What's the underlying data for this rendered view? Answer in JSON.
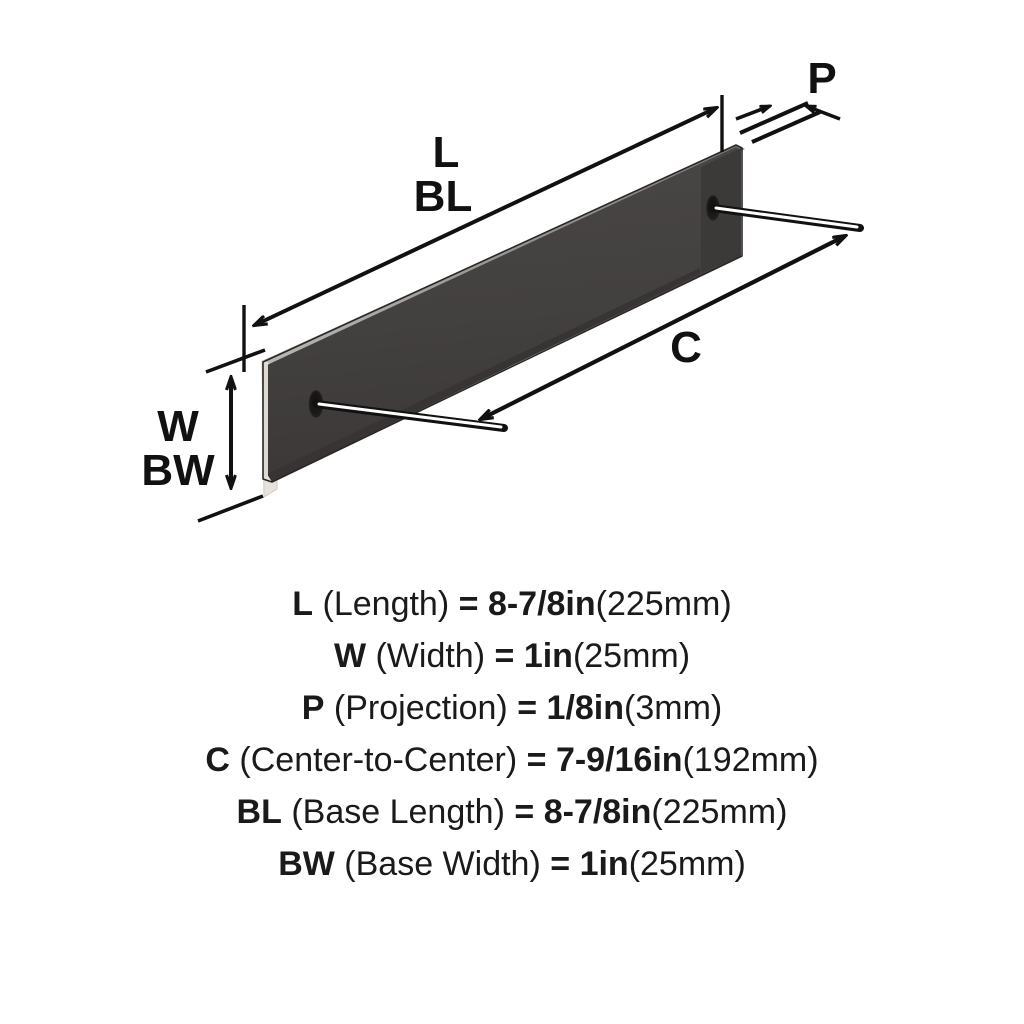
{
  "diagram": {
    "title": "cabinet-pull-dimension-drawing",
    "labels": {
      "length": "L",
      "base_length": "BL",
      "width": "W",
      "base_width": "BW",
      "projection": "P",
      "center_to_center": "C"
    },
    "colors": {
      "face": "#434040",
      "top_bevel": "#8a8a8a",
      "end_face": "#3c3a3a",
      "edge_highlight": "#d8d5d0",
      "line": "#111111",
      "background": "#ffffff"
    }
  },
  "legend": {
    "rows": [
      {
        "code": "L",
        "name": "(Length)",
        "eq": "=",
        "value": "8-7/8in",
        "metric": "(225mm)"
      },
      {
        "code": "W",
        "name": "(Width)",
        "eq": "=",
        "value": "1in",
        "metric": "(25mm)"
      },
      {
        "code": "P",
        "name": "(Projection)",
        "eq": "=",
        "value": "1/8in",
        "metric": "(3mm)"
      },
      {
        "code": "C",
        "name": "(Center-to-Center)",
        "eq": "=",
        "value": "7-9/16in",
        "metric": "(192mm)"
      },
      {
        "code": "BL",
        "name": "(Base Length)",
        "eq": "=",
        "value": "8-7/8in",
        "metric": "(225mm)"
      },
      {
        "code": "BW",
        "name": "(Base Width)",
        "eq": "=",
        "value": "1in",
        "metric": "(25mm)"
      }
    ]
  }
}
